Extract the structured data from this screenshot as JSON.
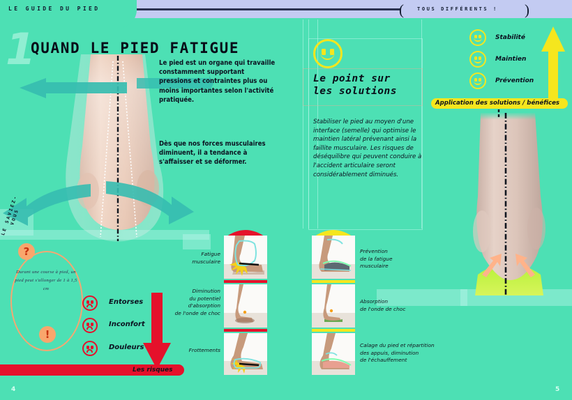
{
  "header": {
    "left_title": "LE GUIDE DU PIED",
    "right_title": "TOUS DIFFÉRENTS !",
    "paren_open": "(",
    "paren_close": ")"
  },
  "left_page": {
    "section_number": "1",
    "headline": "QUAND LE PIED FATIGUE",
    "paragraph_1": "Le pied est un organe qui travaille constamment supportant pressions et contraintes plus ou moins importantes selon l'activité pratiquée.",
    "paragraph_2": "Dès que nos forces musculaires diminuent, il a tendance à s'affaisser et se déformer.",
    "vertical_label": "LE SAVIEZ-VOUS",
    "callout": {
      "question_mark": "?",
      "exclamation_mark": "!",
      "text": "Durant une course à pied, un pied peut s'allonger de 1 à 1,5 cm"
    },
    "risks": [
      {
        "icon": "sad-face-icon",
        "label": "Entorses"
      },
      {
        "icon": "sad-face-icon",
        "label": "Inconfort"
      },
      {
        "icon": "sad-face-icon",
        "label": "Douleurs"
      }
    ],
    "risk_banner": "Les risques",
    "photo_captions": [
      "Fatigue\nmusculaire",
      "Diminution\ndu potentiel\nd'absorption\nde l'onde de choc",
      "Frottements"
    ],
    "page_number": "4"
  },
  "right_page": {
    "solutions_title": "Le point sur\nles solutions",
    "solutions_body": "Stabiliser le pied au moyen d'une interface (semelle) qui optimise le maintien latéral prévenant ainsi la faillite musculaire. Les risques de déséquilibre qui peuvent conduire à l'accident articulaire seront considérablement diminués.",
    "benefits": [
      {
        "icon": "smiley-icon",
        "label": "Stabilité"
      },
      {
        "icon": "smiley-icon",
        "label": "Maintien"
      },
      {
        "icon": "smiley-icon",
        "label": "Prévention"
      }
    ],
    "benefits_banner": "Application des solutions / bénéfices",
    "photo_captions": [
      "Prévention\nde la fatigue\nmusculaire",
      "Absorption\nde l'onde de choc",
      "Calage du pied et répartition\ndes appuis, diminution\nde l'échauffement"
    ],
    "page_number": "5"
  },
  "colors": {
    "background": "#4de0b4",
    "header_band": "#c3cbf2",
    "accent_red": "#e5112b",
    "accent_yellow": "#f5e61e",
    "accent_orange": "#f9a66c",
    "teal_arrow": "#2fb9ac",
    "ink": "#0b1220"
  }
}
